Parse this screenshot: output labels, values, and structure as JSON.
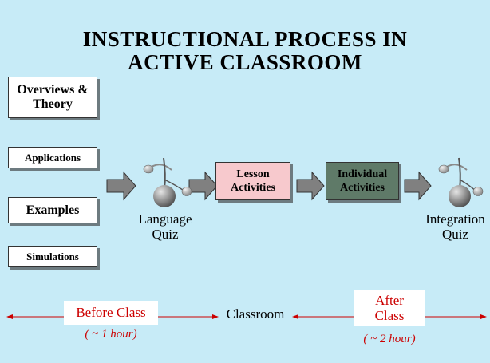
{
  "title": {
    "line1": "INSTRUCTIONAL  PROCESS IN",
    "line2": "ACTIVE CLASSROOM"
  },
  "materials": [
    {
      "label": "Overviews & Theory"
    },
    {
      "label": "Applications"
    },
    {
      "label": "Examples"
    },
    {
      "label": "Simulations"
    }
  ],
  "quizzes": {
    "language": {
      "line1": "Language",
      "line2": "Quiz"
    },
    "integration": {
      "line1": "Integration",
      "line2": "Quiz"
    }
  },
  "steps": {
    "lesson": {
      "line1": "Lesson",
      "line2": "Activities"
    },
    "individual": {
      "line1": "Individual",
      "line2": "Activities"
    }
  },
  "timeline": {
    "before": {
      "label": "Before Class",
      "duration": "( ~ 1 hour)"
    },
    "classroom": {
      "label": "Classroom"
    },
    "after": {
      "line1": "After",
      "line2": "Class",
      "duration": "( ~ 2 hour)"
    }
  },
  "colors": {
    "background": "#c7ebf7",
    "lesson_box": "#f7c9cd",
    "individual_box": "#5f7a68",
    "timeline_red": "#cc0000",
    "arrow_gray": "#808080"
  },
  "icons": [
    "quiz-sphere-icon",
    "arrow-right-icon"
  ]
}
